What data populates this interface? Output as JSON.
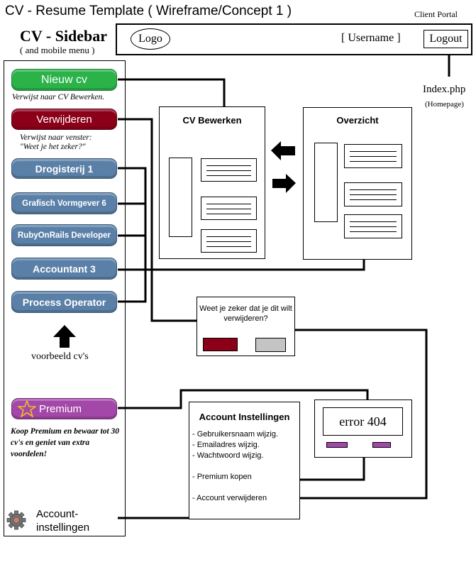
{
  "header": {
    "title": "CV - Resume Template ( Wireframe/Concept 1 )",
    "client_portal": "Client Portal"
  },
  "sidebar_heading": {
    "title": "CV - Sidebar",
    "subtitle": "( and mobile menu )"
  },
  "topbar": {
    "logo": "Logo",
    "username": "[ Username ]",
    "logout": "Logout"
  },
  "index_link": {
    "label": "Index.php",
    "sub": "(Homepage)"
  },
  "sidebar": {
    "new_cv": "Nieuw cv",
    "new_cv_note": "Verwijst naar CV Bewerken.",
    "delete": "Verwijderen",
    "delete_note": "Verwijst naar venster: \"Weet je het zeker?\"",
    "items": [
      "Drogisterij 1",
      "Grafisch Vormgever 6",
      "RubyOnRails Developer",
      "Accountant 3",
      "Process Operator"
    ],
    "examples_label": "voorbeeld cv's",
    "premium": "Premium",
    "premium_note": "Koop Premium en bewaar tot 30 cv's en geniet van extra voordelen!",
    "account_settings": "Account-\ninstellingen"
  },
  "cv_edit": {
    "title": "CV Bewerken"
  },
  "overview": {
    "title": "Overzicht"
  },
  "confirm_dialog": {
    "text": "Weet je zeker dat je dit wilt verwijderen?"
  },
  "account_panel": {
    "title": "Account Instellingen",
    "items": [
      "- Gebruikersnaam wijzig.",
      "- Emailadres wijzig.",
      "- Wachtwoord wijzig.",
      "- Premium kopen",
      "- Account verwijderen"
    ]
  },
  "error": {
    "text": "error 404"
  },
  "colors": {
    "green": "#2bb34a",
    "red": "#8b0018",
    "blue": "#5b80a8",
    "purple": "#a347a8",
    "gray": "#c4c4c4",
    "star": "#f0c020"
  }
}
